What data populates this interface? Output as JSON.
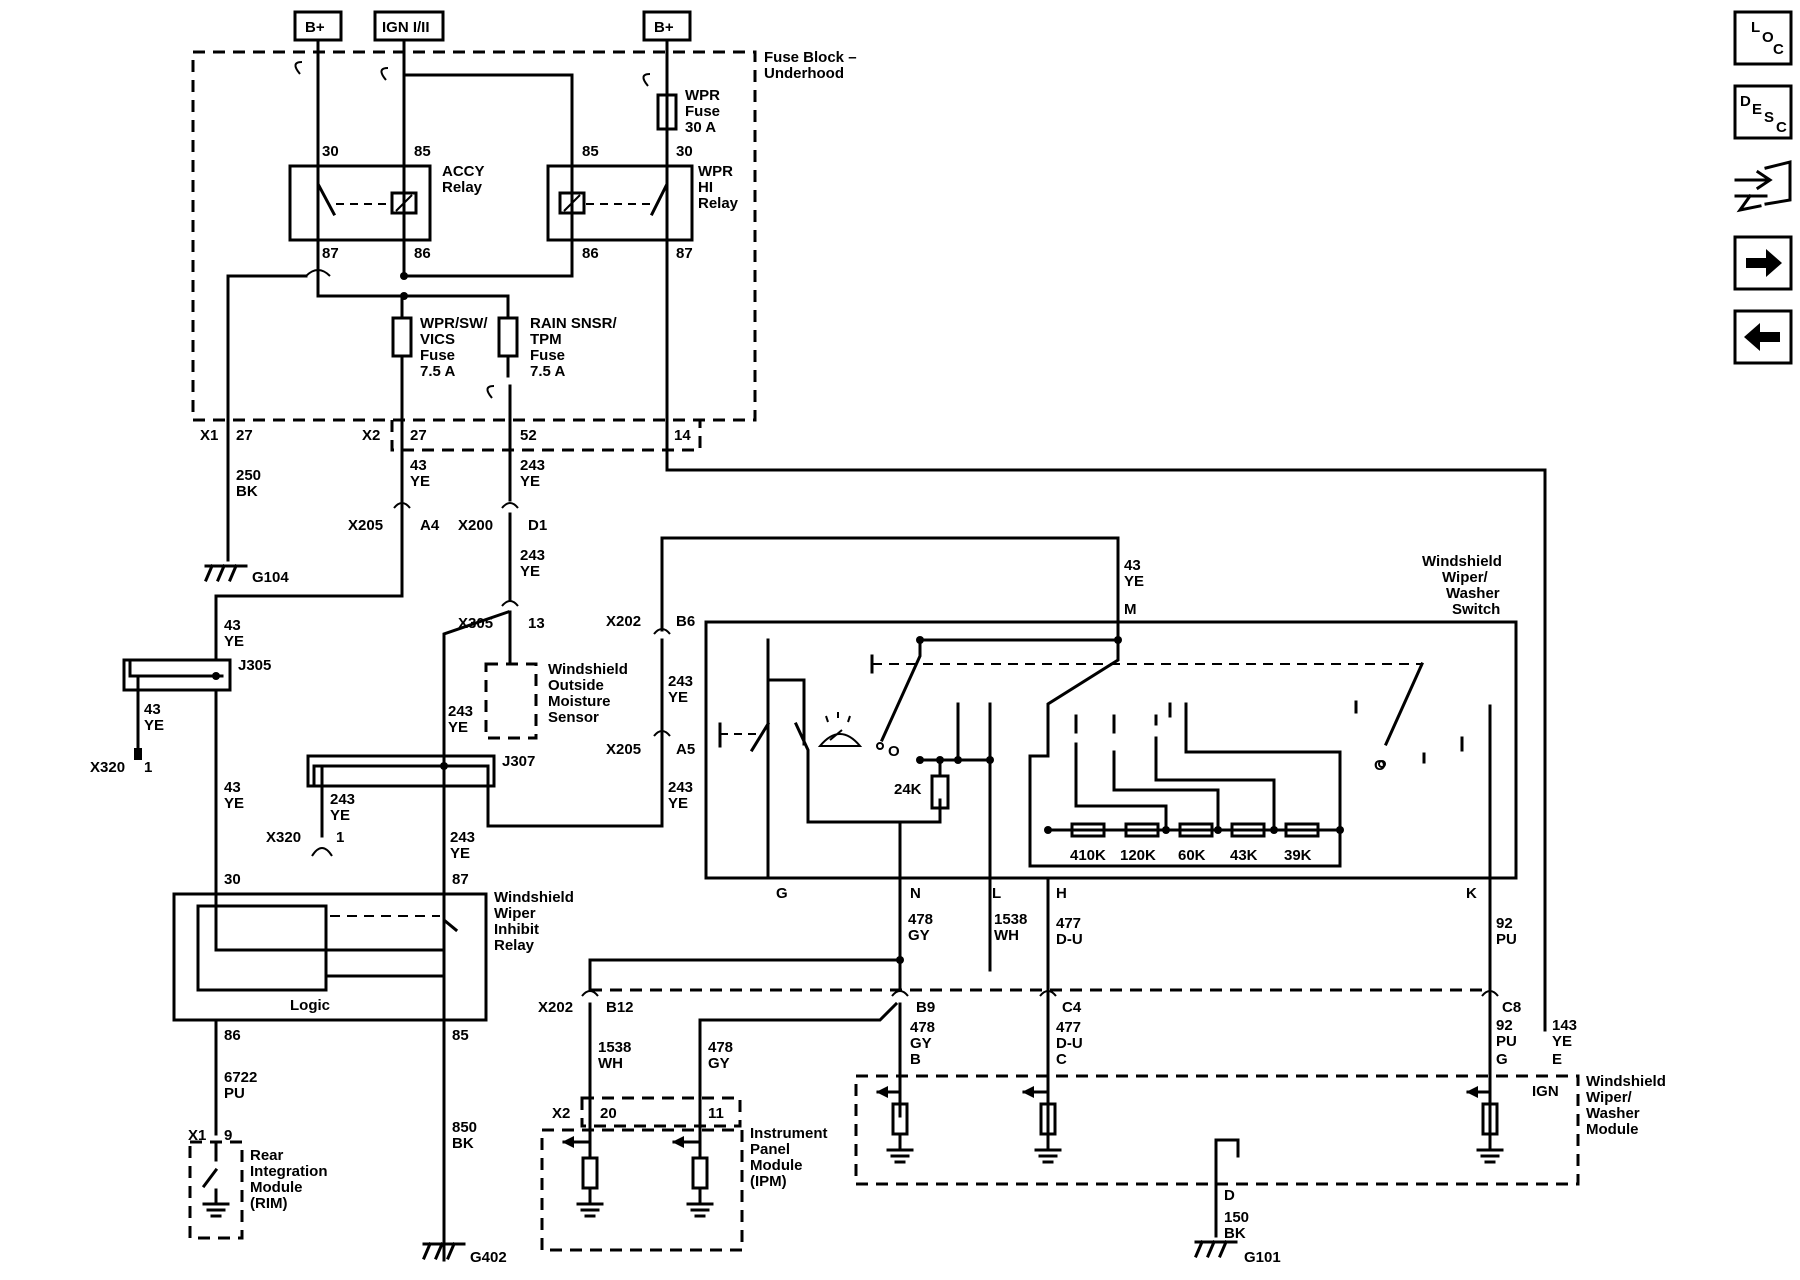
{
  "nav": {
    "loc": [
      "L",
      "O",
      "C"
    ],
    "desc": [
      "D",
      "E",
      "S",
      "C"
    ]
  },
  "power": {
    "b1": "B+",
    "ign": "IGN I/II",
    "b2": "B+"
  },
  "fuseblock": {
    "title": [
      "Fuse Block –",
      "Underhood"
    ],
    "wpr_fuse": [
      "WPR",
      "Fuse",
      "30 A"
    ],
    "accy": [
      "ACCY",
      "Relay"
    ],
    "wprhi": [
      "WPR",
      "HI",
      "Relay"
    ],
    "fuse_vics": [
      "WPR/SW/",
      "VICS",
      "Fuse",
      "7.5 A"
    ],
    "fuse_rain": [
      "RAIN SNSR/",
      "TPM",
      "Fuse",
      "7.5 A"
    ],
    "pins": {
      "p30a": "30",
      "p85a": "85",
      "p85b": "85",
      "p30b": "30",
      "p87a": "87",
      "p86a": "86",
      "p86b": "86",
      "p87b": "87"
    }
  },
  "conn": {
    "x1": "X1",
    "x1pin": "27",
    "x2": "X2",
    "x2pin": "27",
    "x2pin52": "52",
    "x2pin14": "14",
    "x205a": "X205",
    "x205apin": "A4",
    "x200": "X200",
    "x200pin": "D1",
    "x305": "X305",
    "x305pin": "13",
    "x202a": "X202",
    "x202apin": "B6",
    "x205b": "X205",
    "x205bpin": "A5",
    "x320a": "X320",
    "x320apin": "1",
    "x320b": "X320",
    "x320bpin": "1",
    "j305": "J305",
    "j307": "J307",
    "x202b": "X202",
    "b12": "B12",
    "b9": "B9",
    "c4": "C4",
    "c8": "C8",
    "x2b": "X2",
    "p20": "20",
    "p11": "11",
    "x1b": "X1",
    "p9": "9",
    "g104": "G104",
    "g402": "G402",
    "g101": "G101"
  },
  "wires": {
    "w250": [
      "250",
      "BK"
    ],
    "w43a": [
      "43",
      "YE"
    ],
    "w243a": [
      "243",
      "YE"
    ],
    "w243b": [
      "243",
      "YE"
    ],
    "w43b": [
      "43",
      "YE"
    ],
    "w43c": [
      "43",
      "YE"
    ],
    "w43d": [
      "43",
      "YE"
    ],
    "w243c": [
      "243",
      "YE"
    ],
    "w243d": [
      "243",
      "YE"
    ],
    "w243e": [
      "243",
      "YE"
    ],
    "w243f": [
      "243",
      "YE"
    ],
    "w243g": [
      "243",
      "YE"
    ],
    "w43top": [
      "43",
      "YE"
    ],
    "w478a": [
      "478",
      "GY"
    ],
    "w1538a": [
      "1538",
      "WH"
    ],
    "w477a": [
      "477",
      "D-U"
    ],
    "w92a": [
      "92",
      "PU"
    ],
    "w143": [
      "143",
      "YE"
    ],
    "w478b": [
      "478",
      "GY"
    ],
    "w477b": [
      "477",
      "D-U"
    ],
    "w92b": [
      "92",
      "PU"
    ],
    "w1538b": [
      "1538",
      "WH"
    ],
    "w478c": [
      "478",
      "GY"
    ],
    "w6722": [
      "6722",
      "PU"
    ],
    "w850": [
      "850",
      "BK"
    ],
    "w150": [
      "150",
      "BK"
    ]
  },
  "switch": {
    "title": [
      "Windshield",
      "Wiper/",
      "Washer",
      "Switch"
    ],
    "pin_m": "M",
    "pin_g": "G",
    "pin_n": "N",
    "pin_l": "L",
    "pin_h": "H",
    "pin_k": "K",
    "r24k": "24K",
    "r410k": "410K",
    "r120k": "120K",
    "r60k": "60K",
    "r43k": "43K",
    "r39k": "39K",
    "o1": "O",
    "o2": "O"
  },
  "sensor": [
    "Windshield",
    "Outside",
    "Moisture",
    "Sensor"
  ],
  "inhibit": {
    "title": [
      "Windshield",
      "Wiper",
      "Inhibit",
      "Relay"
    ],
    "logic": "Logic",
    "p30": "30",
    "p87": "87",
    "p86": "86",
    "p85": "85"
  },
  "module": {
    "title": [
      "Windshield",
      "Wiper/",
      "Washer",
      "Module"
    ],
    "pin_b": "B",
    "pin_c": "C",
    "pin_g": "G",
    "pin_e": "E",
    "pin_d": "D",
    "ign": "IGN"
  },
  "ipm": [
    "Instrument",
    "Panel",
    "Module",
    "(IPM)"
  ],
  "rim": [
    "Rear",
    "Integration",
    "Module",
    "(RIM)"
  ]
}
